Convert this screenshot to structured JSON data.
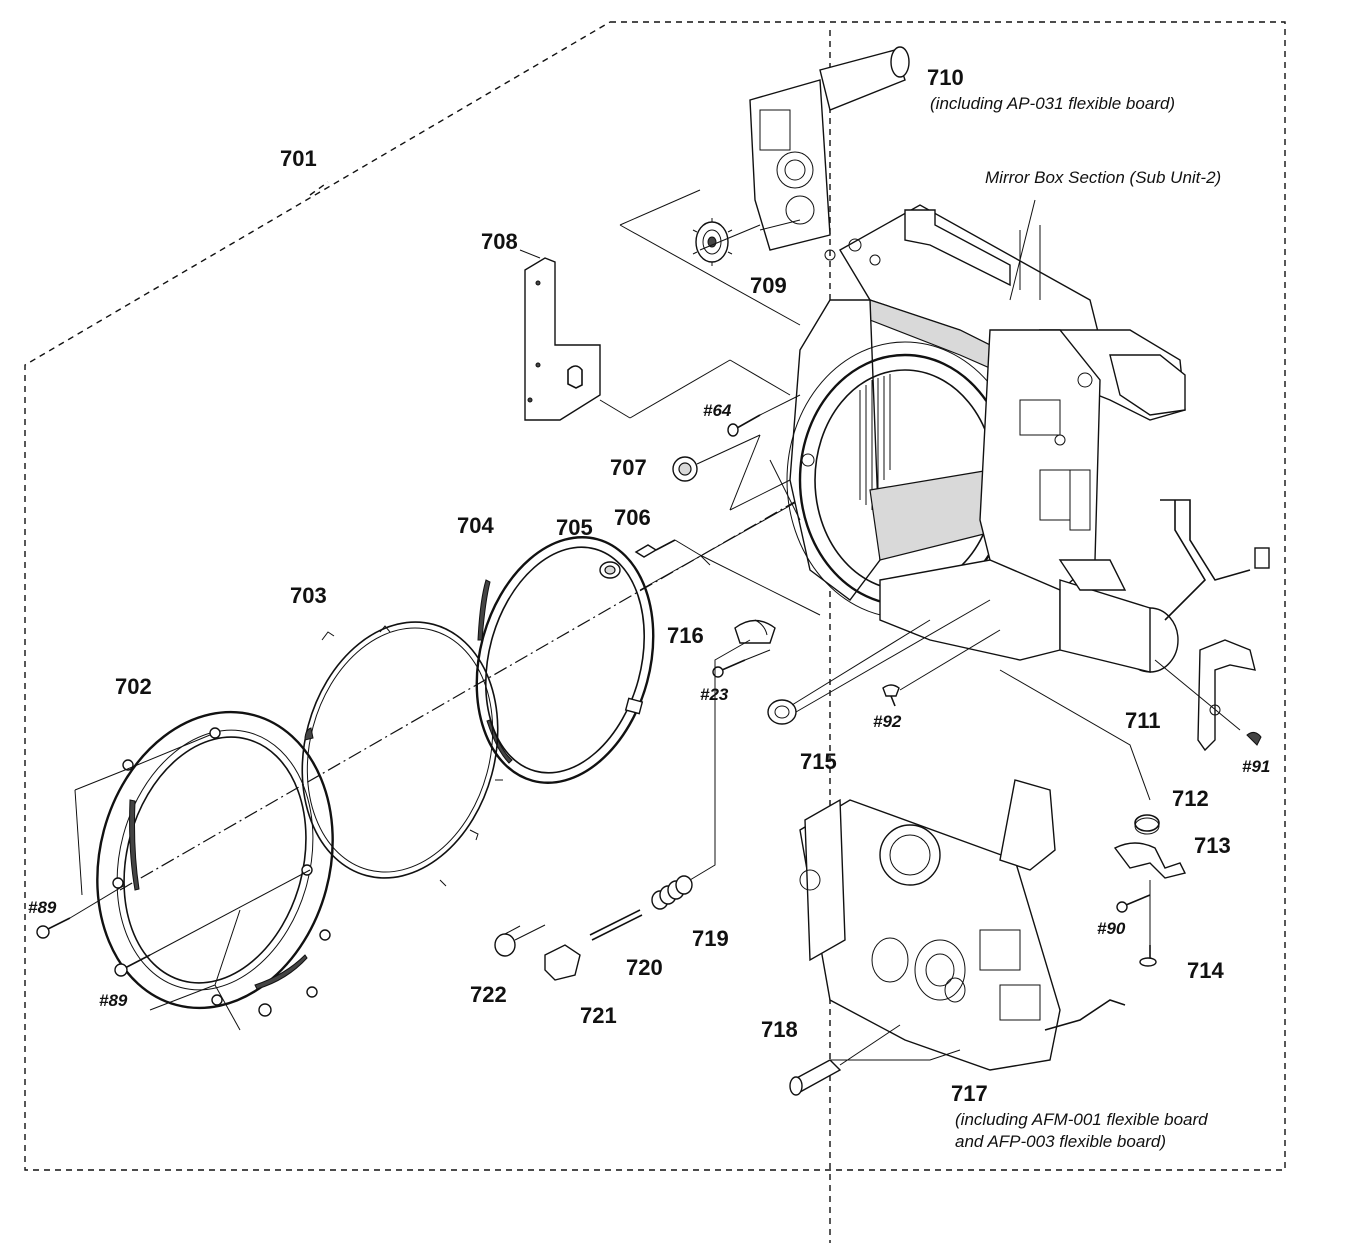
{
  "labels": {
    "p701": "701",
    "p702": "702",
    "p703": "703",
    "p704": "704",
    "p705": "705",
    "p706": "706",
    "p707": "707",
    "p708": "708",
    "p709": "709",
    "p710": "710",
    "p711": "711",
    "p712": "712",
    "p713": "713",
    "p714": "714",
    "p715": "715",
    "p716": "716",
    "p717": "717",
    "p718": "718",
    "p719": "719",
    "p720": "720",
    "p721": "721",
    "p722": "722"
  },
  "screws": {
    "s64": "#64",
    "s23": "#23",
    "s92": "#92",
    "s91": "#91",
    "s90": "#90",
    "s89a": "#89",
    "s89b": "#89"
  },
  "notes": {
    "note710": "(including AP-031 flexible board)",
    "mirror_box": "Mirror Box Section (Sub Unit-2)",
    "note717_line1": "(including AFM-001 flexible board",
    "note717_line2": "and AFP-003 flexible board)"
  }
}
